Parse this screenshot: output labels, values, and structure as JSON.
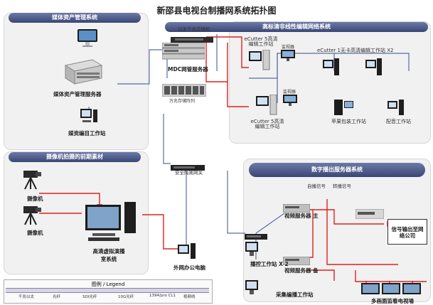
{
  "title": "新邵县电视台制播网系统拓扑图",
  "panels": {
    "media_asset": "媒体资产管理系统",
    "camera": "摄像机拍摄的前期素材",
    "hd_edit": "高标清非线性编辑网络系统",
    "playout": "数字播出服务器系统"
  },
  "labels": {
    "media_asset_server": "媒体资产管理服务器",
    "media_edit_ws": "媒资编目工作站",
    "gigabit_switch": "以太千兆交换机",
    "mdc_server": "MDC网管服务器",
    "storage": "万兆存储阵列",
    "ecutter5_a": "eCutter 5高清编辑工作站",
    "ecutter5_b": "eCutter 5高清编辑工作站",
    "ecutter1": "eCutter 1无卡高清编辑工作站  X2",
    "pack_ws": "苹果包装工作站",
    "dub_ws": "配音工作站",
    "security_gateway": "安全隔离网关",
    "camera_a": "摄像机",
    "camera_b": "摄像机",
    "hd_virtual": "高清虚拟演播室系统",
    "office_pc": "外网办公电脑",
    "video_server_main": "视频服务器 主",
    "video_server_backup": "视频服务器 备",
    "control_ws": "播控工作站 X 2",
    "capture_ws": "采集编播工作站",
    "multiview": "多画面监看电视墙",
    "self_signal": "自播信号",
    "relay_signal": "转播信号",
    "network_company": "信号输出至网络公司",
    "display_small": "监视器",
    "display_small_b": "监视器"
  },
  "legend": {
    "title": "图例 / Legend",
    "items": [
      "千兆以太",
      "光纤",
      "SDI光纤",
      "10G光纤",
      "1394/pro CL1",
      "视频线"
    ]
  },
  "colors": {
    "panel_header": "#3a4674",
    "red_line": "#e02020",
    "blue_line": "#5a6ea0",
    "legend_bar": "#d7d3ef"
  }
}
